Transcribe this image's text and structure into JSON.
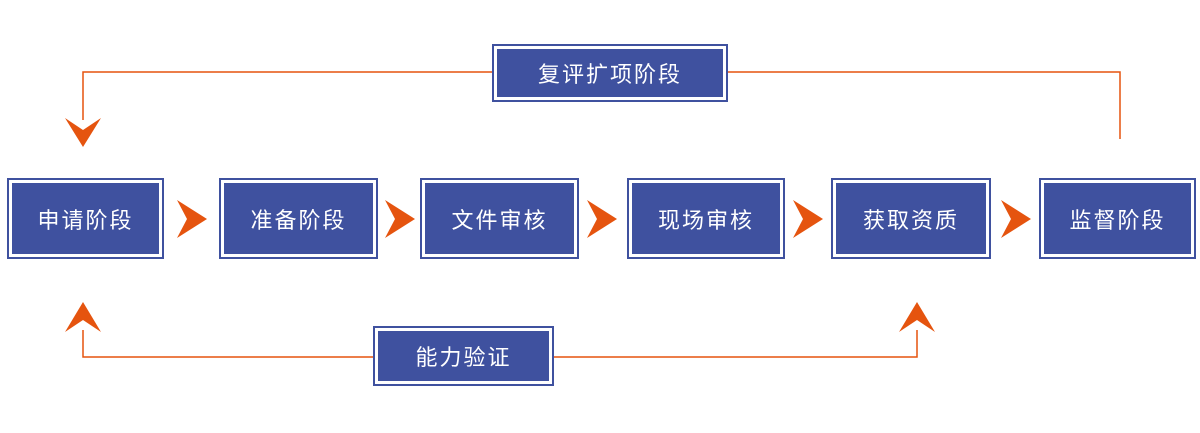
{
  "diagram": {
    "type": "process-flowchart",
    "main_flow": [
      {
        "label": "申请阶段"
      },
      {
        "label": "准备阶段"
      },
      {
        "label": "文件审核"
      },
      {
        "label": "现场审核"
      },
      {
        "label": "获取资质"
      },
      {
        "label": "监督阶段"
      }
    ],
    "top_loop": {
      "label": "复评扩项阶段",
      "from": "监督阶段",
      "to": "申请阶段"
    },
    "bottom_loop": {
      "label": "能力验证",
      "points_to": [
        "申请阶段",
        "获取资质"
      ]
    },
    "icons": {
      "flow_arrow": "right-chevron-arrow",
      "top_loop_end": "down-chevron-arrow",
      "bottom_loop_ends": "up-chevron-arrow"
    },
    "colors": {
      "box_fill": "#3f519f",
      "box_border": "#3f519f",
      "box_inner_ring": "#ffffff",
      "arrow_orange": "#e5540f",
      "text": "#ffffff",
      "background": "#ffffff"
    }
  }
}
